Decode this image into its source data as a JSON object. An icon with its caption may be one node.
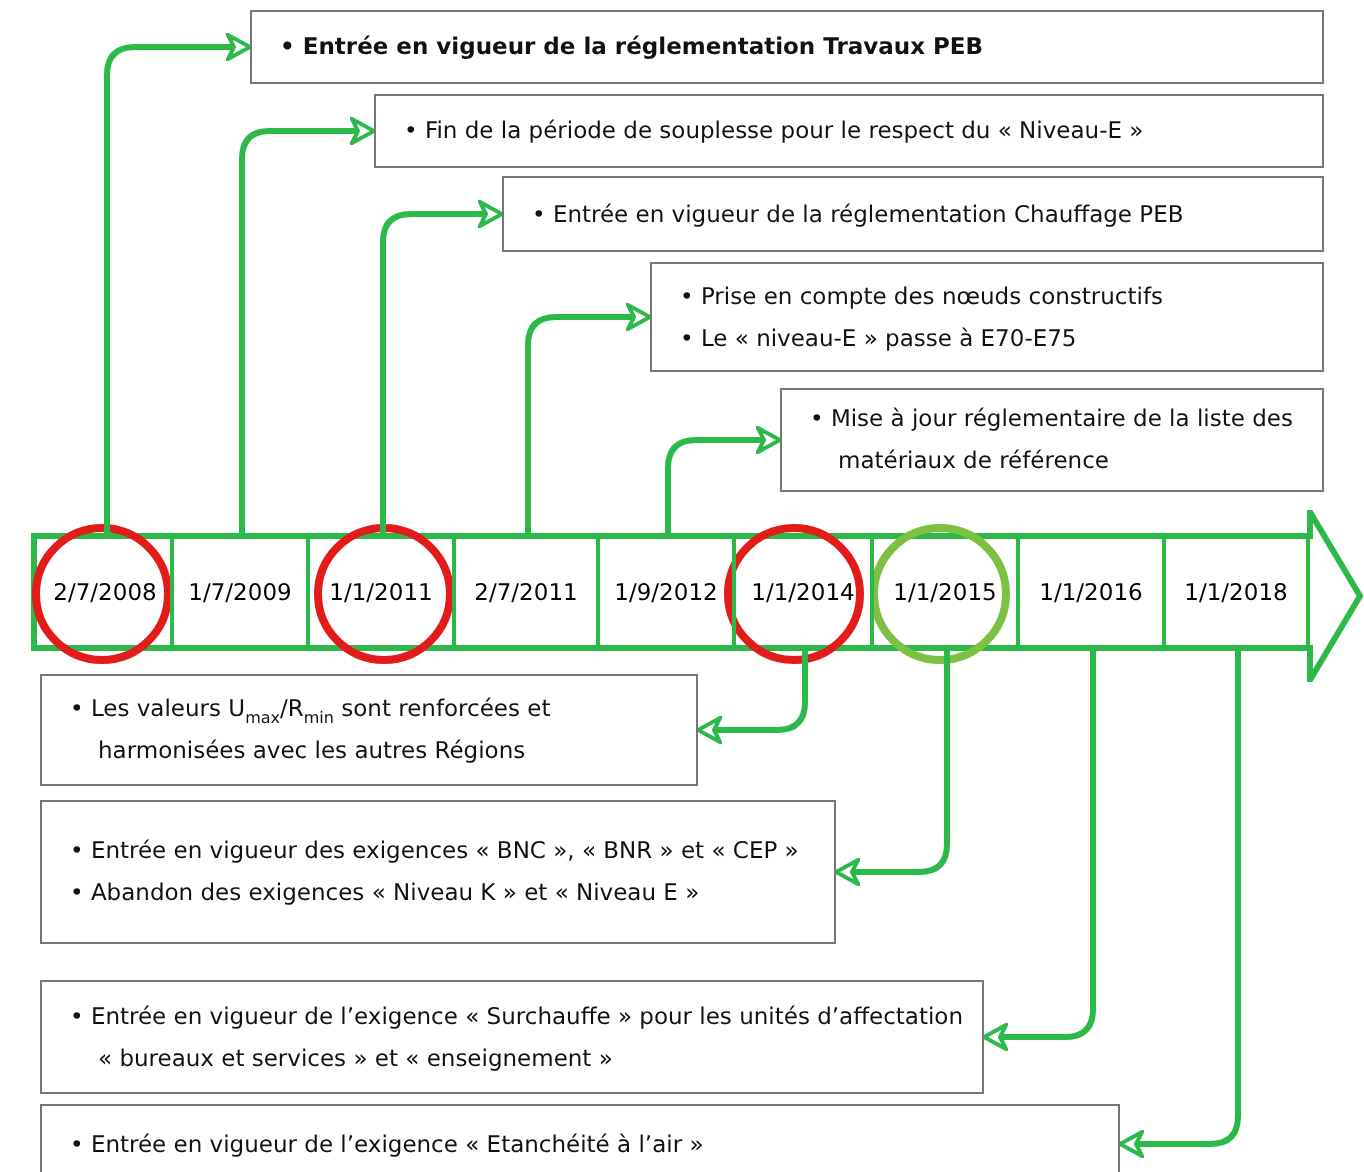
{
  "diagram": {
    "nodes": [
      {
        "text": [],
        "shape": "arrow"
      },
      {
        "text": [
          "2/7/2008"
        ],
        "in": 0
      },
      {
        "text": [
          "1/7/2009"
        ],
        "in": 0
      },
      {
        "text": [
          "1/1/2011"
        ],
        "in": 0
      },
      {
        "text": [
          "2/7/2011"
        ],
        "in": 0
      },
      {
        "text": [
          "1/9/2012"
        ],
        "in": 0
      },
      {
        "text": [
          "1/1/2014"
        ],
        "in": 0
      },
      {
        "text": [
          "1/1/2015"
        ],
        "in": 0
      },
      {
        "text": [
          "1/1/2016"
        ],
        "in": 0
      },
      {
        "text": [
          "1/1/2018"
        ],
        "in": 0
      },
      {
        "text": [
          "• Entrée en vigueur de la réglementation Travaux PEB"
        ]
      },
      {
        "text": [
          "• Fin de la période de souplesse pour le respect du « Niveau-E »"
        ]
      },
      {
        "text": [
          "• Entrée en vigueur de la réglementation Chauffage PEB"
        ]
      },
      {
        "text": [
          "• Prise en compte des nœuds constructifs",
          "• Le « niveau-E » passe à E70-E75"
        ]
      },
      {
        "text": [
          "• Mise à jour réglementaire de la liste des matériaux de référence"
        ]
      },
      {
        "text": [
          "• Les valeurs U$_{max}$/R$_{min}$ sont renforcées et harmonisées avec les autres Régions"
        ]
      },
      {
        "text": [
          "• Entrée en vigueur des exigences « BNC », « BNR » et « CEP »",
          "• Abandon des exigences « Niveau K » et « Niveau E »"
        ]
      },
      {
        "text": [
          "• Entrée en vigueur de l’exigence « Surchauffe » pour les unités d’affectation « bureaux et services » et « enseignement »"
        ]
      },
      {
        "text": [
          "• Entrée en vigueur de l’exigence « Etanchéité à l’air »"
        ]
      }
    ],
    "edges": [
      {
        "from": 1,
        "to": 10,
        "arrow": "to"
      },
      {
        "from": 2,
        "to": 11,
        "arrow": "to"
      },
      {
        "from": 3,
        "to": 12,
        "arrow": "to"
      },
      {
        "from": 4,
        "to": 13,
        "arrow": "to"
      },
      {
        "from": 5,
        "to": 14,
        "arrow": "to"
      },
      {
        "from": 6,
        "to": 15,
        "arrow": "to"
      },
      {
        "from": 7,
        "to": 16,
        "arrow": "to"
      },
      {
        "from": 8,
        "to": 17,
        "arrow": "to"
      },
      {
        "from": 9,
        "to": 18,
        "arrow": "to"
      }
    ]
  }
}
